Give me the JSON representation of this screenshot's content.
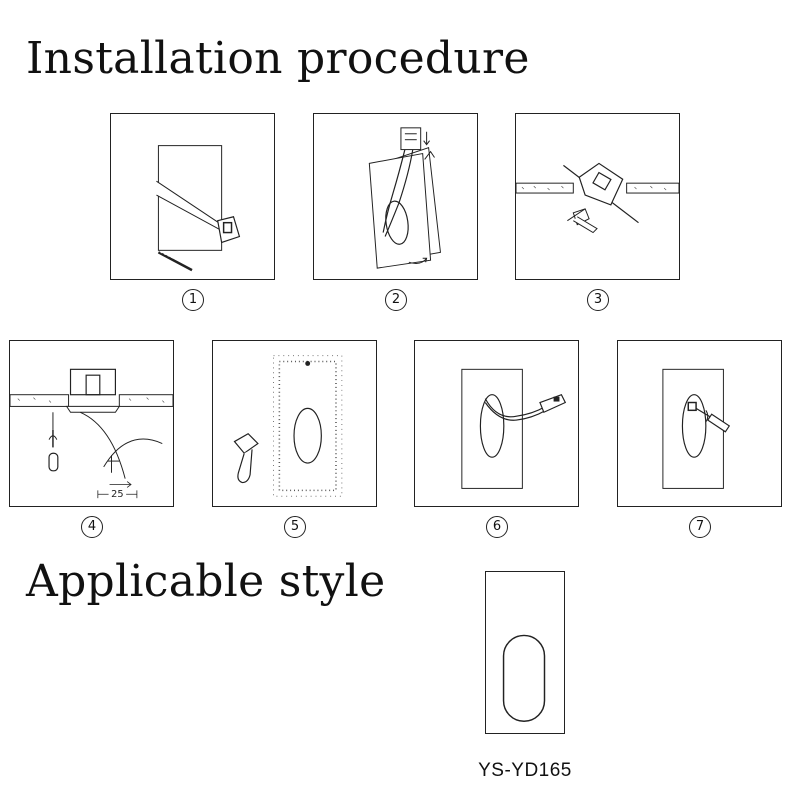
{
  "headings": {
    "installation": "Installation procedure",
    "applicable": "Applicable style"
  },
  "steps": [
    {
      "number": "1"
    },
    {
      "number": "2"
    },
    {
      "number": "3"
    },
    {
      "number": "4",
      "annotation": "25"
    },
    {
      "number": "5"
    },
    {
      "number": "6"
    },
    {
      "number": "7"
    }
  ],
  "model": {
    "name": "YS-YD165"
  }
}
